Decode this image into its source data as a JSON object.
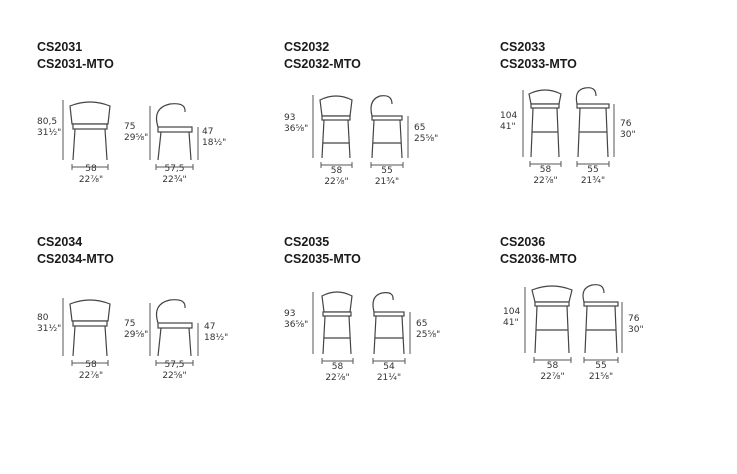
{
  "products": [
    {
      "code": "CS2031",
      "variant": "CS2031-MTO",
      "height_cm": "80,5",
      "height_in": "31½\"",
      "width_cm": "58",
      "width_in": "22⅞\"",
      "side_h_cm": "75",
      "side_h_in": "29⅝\"",
      "seat_cm": "47",
      "seat_in": "18½\"",
      "depth_cm": "57,5",
      "depth_in": "22¾\""
    },
    {
      "code": "CS2032",
      "variant": "CS2032-MTO",
      "height_cm": "93",
      "height_in": "36⅝\"",
      "width_cm": "58",
      "width_in": "22⅞\"",
      "seat_cm": "65",
      "seat_in": "25⅝\"",
      "depth_cm": "55",
      "depth_in": "21¾\""
    },
    {
      "code": "CS2033",
      "variant": "CS2033-MTO",
      "height_cm": "104",
      "height_in": "41\"",
      "width_cm": "58",
      "width_in": "22⅞\"",
      "seat_cm": "76",
      "seat_in": "30\"",
      "depth_cm": "55",
      "depth_in": "21¾\""
    },
    {
      "code": "CS2034",
      "variant": "CS2034-MTO",
      "height_cm": "80",
      "height_in": "31½\"",
      "width_cm": "58",
      "width_in": "22⅞\"",
      "side_h_cm": "75",
      "side_h_in": "29⅝\"",
      "seat_cm": "47",
      "seat_in": "18½\"",
      "depth_cm": "57,5",
      "depth_in": "22⅝\""
    },
    {
      "code": "CS2035",
      "variant": "CS2035-MTO",
      "height_cm": "93",
      "height_in": "36⅝\"",
      "width_cm": "58",
      "width_in": "22⅞\"",
      "seat_cm": "65",
      "seat_in": "25⅝\"",
      "depth_cm": "54",
      "depth_in": "21¼\""
    },
    {
      "code": "CS2036",
      "variant": "CS2036-MTO",
      "height_cm": "104",
      "height_in": "41\"",
      "width_cm": "58",
      "width_in": "22⅞\"",
      "seat_cm": "76",
      "seat_in": "30\"",
      "depth_cm": "55",
      "depth_in": "21⅝\""
    }
  ]
}
